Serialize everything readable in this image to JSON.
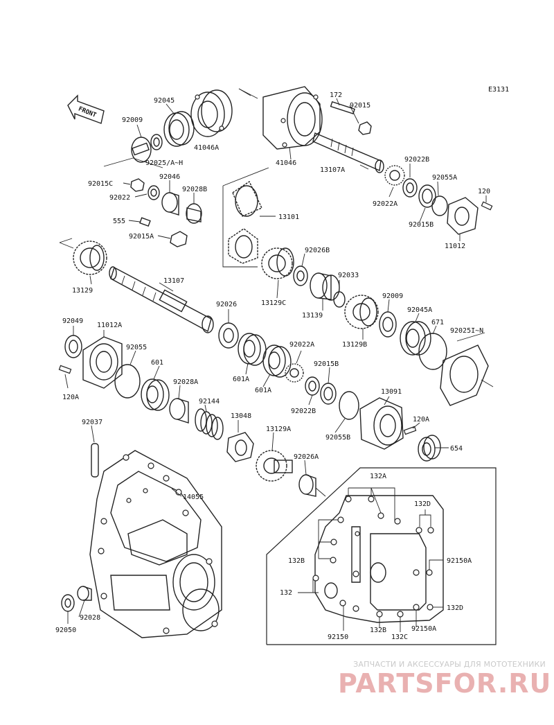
{
  "diagram_code": "E3131",
  "front_label": "FRONT",
  "labels": {
    "p172": "172",
    "p92015": "92015",
    "p92045": "92045",
    "p92009_top": "92009",
    "p41046a": "41046A",
    "p92025": "92025/A~H",
    "p41046": "41046",
    "p13107a": "13107A",
    "p92022b_top": "92022B",
    "p92055a": "92055A",
    "p120_top": "120",
    "p92015c": "92015C",
    "p92046": "92046",
    "p92022_top": "92022",
    "p92028b": "92028B",
    "p92022a_top": "92022A",
    "p92015b_top": "92015B",
    "p11012": "11012",
    "p555": "555",
    "p13101": "13101",
    "p92015a": "92015A",
    "p92026b": "92026B",
    "p13129": "13129",
    "p13107": "13107",
    "p92033": "92033",
    "p13129c": "13129C",
    "p13139": "13139",
    "p92026": "92026",
    "p92009_mid": "92009",
    "p92045a": "92045A",
    "p671": "671",
    "p92025i": "92025I~N",
    "p13129b": "13129B",
    "p92049": "92049",
    "p11012a": "11012A",
    "p92055": "92055",
    "p92022a_mid": "92022A",
    "p601": "601",
    "p601a_1": "601A",
    "p601a_2": "601A",
    "p92015b_mid": "92015B",
    "p92028a": "92028A",
    "p13091": "13091",
    "p120a_left": "120A",
    "p92144": "92144",
    "p92022b_mid": "92022B",
    "p13048": "13048",
    "p92055b": "92055B",
    "p120a_right": "120A",
    "p92037": "92037",
    "p13129a": "13129A",
    "p654": "654",
    "p92026a": "92026A",
    "p14055": "14055",
    "p132a": "132A",
    "p132d_top": "132D",
    "p132b_1": "132B",
    "p92150a_1": "92150A",
    "p132": "132",
    "p132d_bot": "132D",
    "p92028": "92028",
    "p92050": "92050",
    "p92150": "92150",
    "p132b_2": "132B",
    "p132c": "132C",
    "p92150a_2": "92150A"
  },
  "brand": {
    "subtitle": "ЗАПЧАСТИ И АКСЕССУАРЫ ДЛЯ МОТОТЕХНИКИ",
    "logo": "PARTSFOR.RU"
  }
}
